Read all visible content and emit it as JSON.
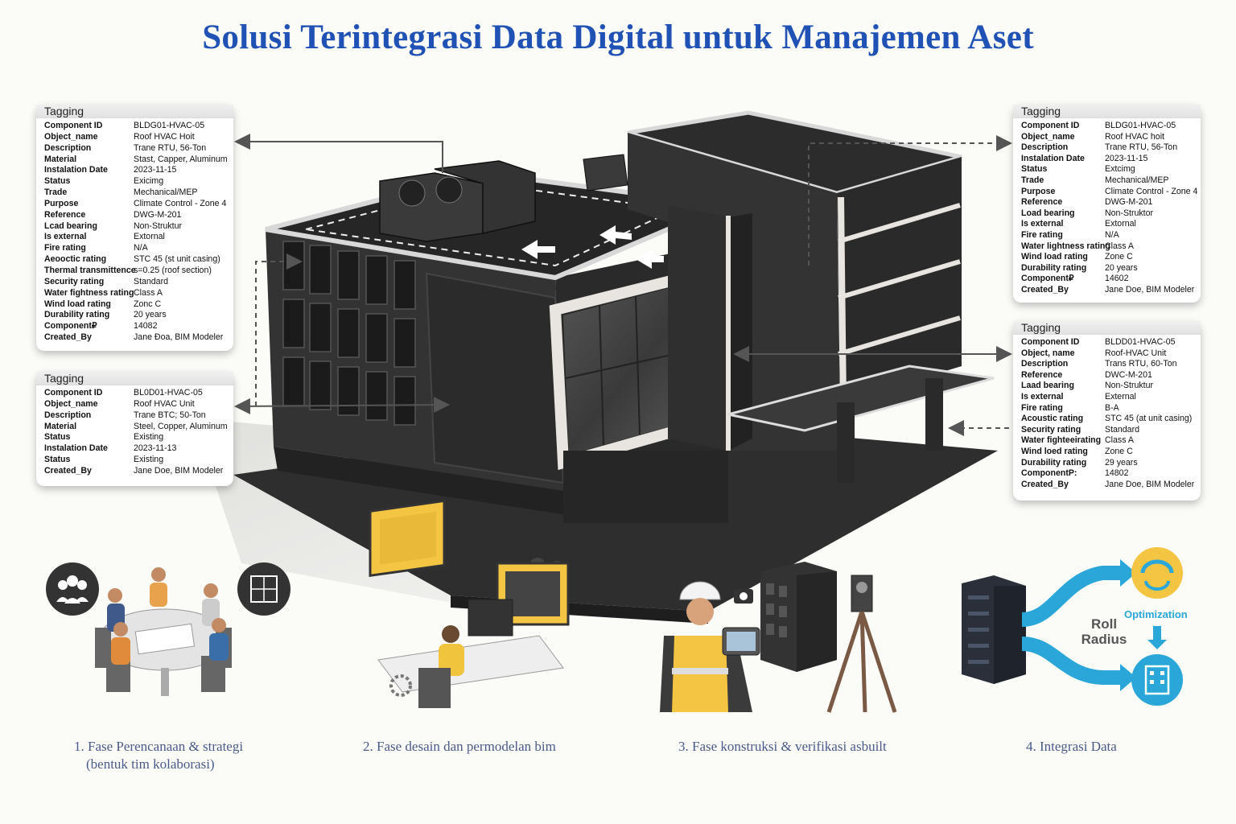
{
  "title": "Solusi Terintegrasi Data Digital untuk Manajemen Aset",
  "colors": {
    "title": "#2052b5",
    "phase_text": "#4a5a8a",
    "accent_blue": "#2aa7d8",
    "accent_yellow": "#f4c542"
  },
  "cards": {
    "top_left": {
      "header": "Tagging",
      "rows": [
        {
          "k": "Component ID",
          "v": "BLDG01-HVAC-05"
        },
        {
          "k": "Object_name",
          "v": "Roof HVAC Hoit"
        },
        {
          "k": "Description",
          "v": "Trane RTU, 56-Ton"
        },
        {
          "k": "Material",
          "v": "Stast, Capper, Aluminum"
        },
        {
          "k": "Instalation Date",
          "v": "2023-11-15"
        },
        {
          "k": "Status",
          "v": "Exicimg"
        },
        {
          "k": "Trade",
          "v": "Mechanical/MEP"
        },
        {
          "k": "Purpose",
          "v": "Climate Control - Zone 4"
        },
        {
          "k": "Reference",
          "v": "DWG-M-201"
        },
        {
          "k": "Lcad bearing",
          "v": "Non-Struktur"
        },
        {
          "k": "Is external",
          "v": "Extornal"
        },
        {
          "k": "Fire rating",
          "v": "N/A"
        },
        {
          "k": "Aeooctic rating",
          "v": "STC 45 (st unit casing)"
        },
        {
          "k": "Thermal transmittence",
          "v": "s=0.25 (roof section)"
        },
        {
          "k": "Security rating",
          "v": "Standard"
        },
        {
          "k": "Water fightness rating",
          "v": "Class A"
        },
        {
          "k": "Wind load rating",
          "v": "Zonc C"
        },
        {
          "k": "Durability rating",
          "v": "20 years"
        },
        {
          "k": "Component₽",
          "v": "14082"
        },
        {
          "k": "Created_By",
          "v": "Jane Đoa, BIM Modeler"
        }
      ]
    },
    "bottom_left": {
      "header": "Tagging",
      "rows": [
        {
          "k": "Component ID",
          "v": "BL0D01-HVAC-05"
        },
        {
          "k": "Object_name",
          "v": "Roof HVAC Unit"
        },
        {
          "k": "Description",
          "v": "Trane BTC; 50-Ton"
        },
        {
          "k": "Material",
          "v": "Steel, Copper, Aluminum"
        },
        {
          "k": "Status",
          "v": "Existing"
        },
        {
          "k": "Instalation Date",
          "v": "2023-11-13"
        },
        {
          "k": "Status",
          "v": "Existing"
        },
        {
          "k": "Created_By",
          "v": "Jane Doe, BIM Modeler"
        }
      ]
    },
    "top_right": {
      "header": "Tagging",
      "rows": [
        {
          "k": "Component ID",
          "v": "BLDG01-HVAC-05"
        },
        {
          "k": "Object_name",
          "v": "Roof HVAC hoit"
        },
        {
          "k": "Description",
          "v": "Trane RTU, 56-Ton"
        },
        {
          "k": "Instalation Date",
          "v": "2023-11-15"
        },
        {
          "k": "Status",
          "v": "Extcimg"
        },
        {
          "k": "Trade",
          "v": "Mechanical/MEP"
        },
        {
          "k": "Purpose",
          "v": "Climate Control - Zone 4"
        },
        {
          "k": "Reference",
          "v": "DWG-M-201"
        },
        {
          "k": "Load bearing",
          "v": "Non-Struktor"
        },
        {
          "k": "Is external",
          "v": "Extornal"
        },
        {
          "k": "Fire rating",
          "v": "N/A"
        },
        {
          "k": "Water lightness rating",
          "v": "Class A"
        },
        {
          "k": "Wind load rating",
          "v": "Zone C"
        },
        {
          "k": "Durability rating",
          "v": "20 years"
        },
        {
          "k": "Component₽",
          "v": "14602"
        },
        {
          "k": "Created_By",
          "v": "Jane Doe, BIM Modeler"
        }
      ]
    },
    "bottom_right": {
      "header": "Tagging",
      "rows": [
        {
          "k": "Component ID",
          "v": "BLDD01-HVAC-05"
        },
        {
          "k": "Object, name",
          "v": "Roof-HVAC Unit"
        },
        {
          "k": "Description",
          "v": "Trans RTU, 60-Ton"
        },
        {
          "k": "Reference",
          "v": "DWC-M-201"
        },
        {
          "k": "Laad bearing",
          "v": "Non-Struktur"
        },
        {
          "k": "Is external",
          "v": "External"
        },
        {
          "k": "Fire rating",
          "v": "B-A"
        },
        {
          "k": "Acoustic rating",
          "v": "STC 45 (at unit casing)"
        },
        {
          "k": "Security rating",
          "v": "Standard"
        },
        {
          "k": "Water fighteeirating",
          "v": "Class A"
        },
        {
          "k": "Wind loed rating",
          "v": "Zone C"
        },
        {
          "k": "Durability rating",
          "v": "29 years"
        },
        {
          "k": "ComponentP:",
          "v": "14802"
        },
        {
          "k": "Created_By",
          "v": "Jane Doe, BIM Modeler"
        }
      ]
    }
  },
  "integration": {
    "label_left": "Roll",
    "label_left2": "Radius",
    "label_right": "Optimization"
  },
  "phases": {
    "p1_line1": "1. Fase Perencanaan & strategi",
    "p1_line2": "(bentuk tim kolaborasi)",
    "p2": "2. Fase desain dan permodelan bim",
    "p3": "3. Fase konstruksi & verifikasi asbuilt",
    "p4": "4. Integrasi Data"
  }
}
